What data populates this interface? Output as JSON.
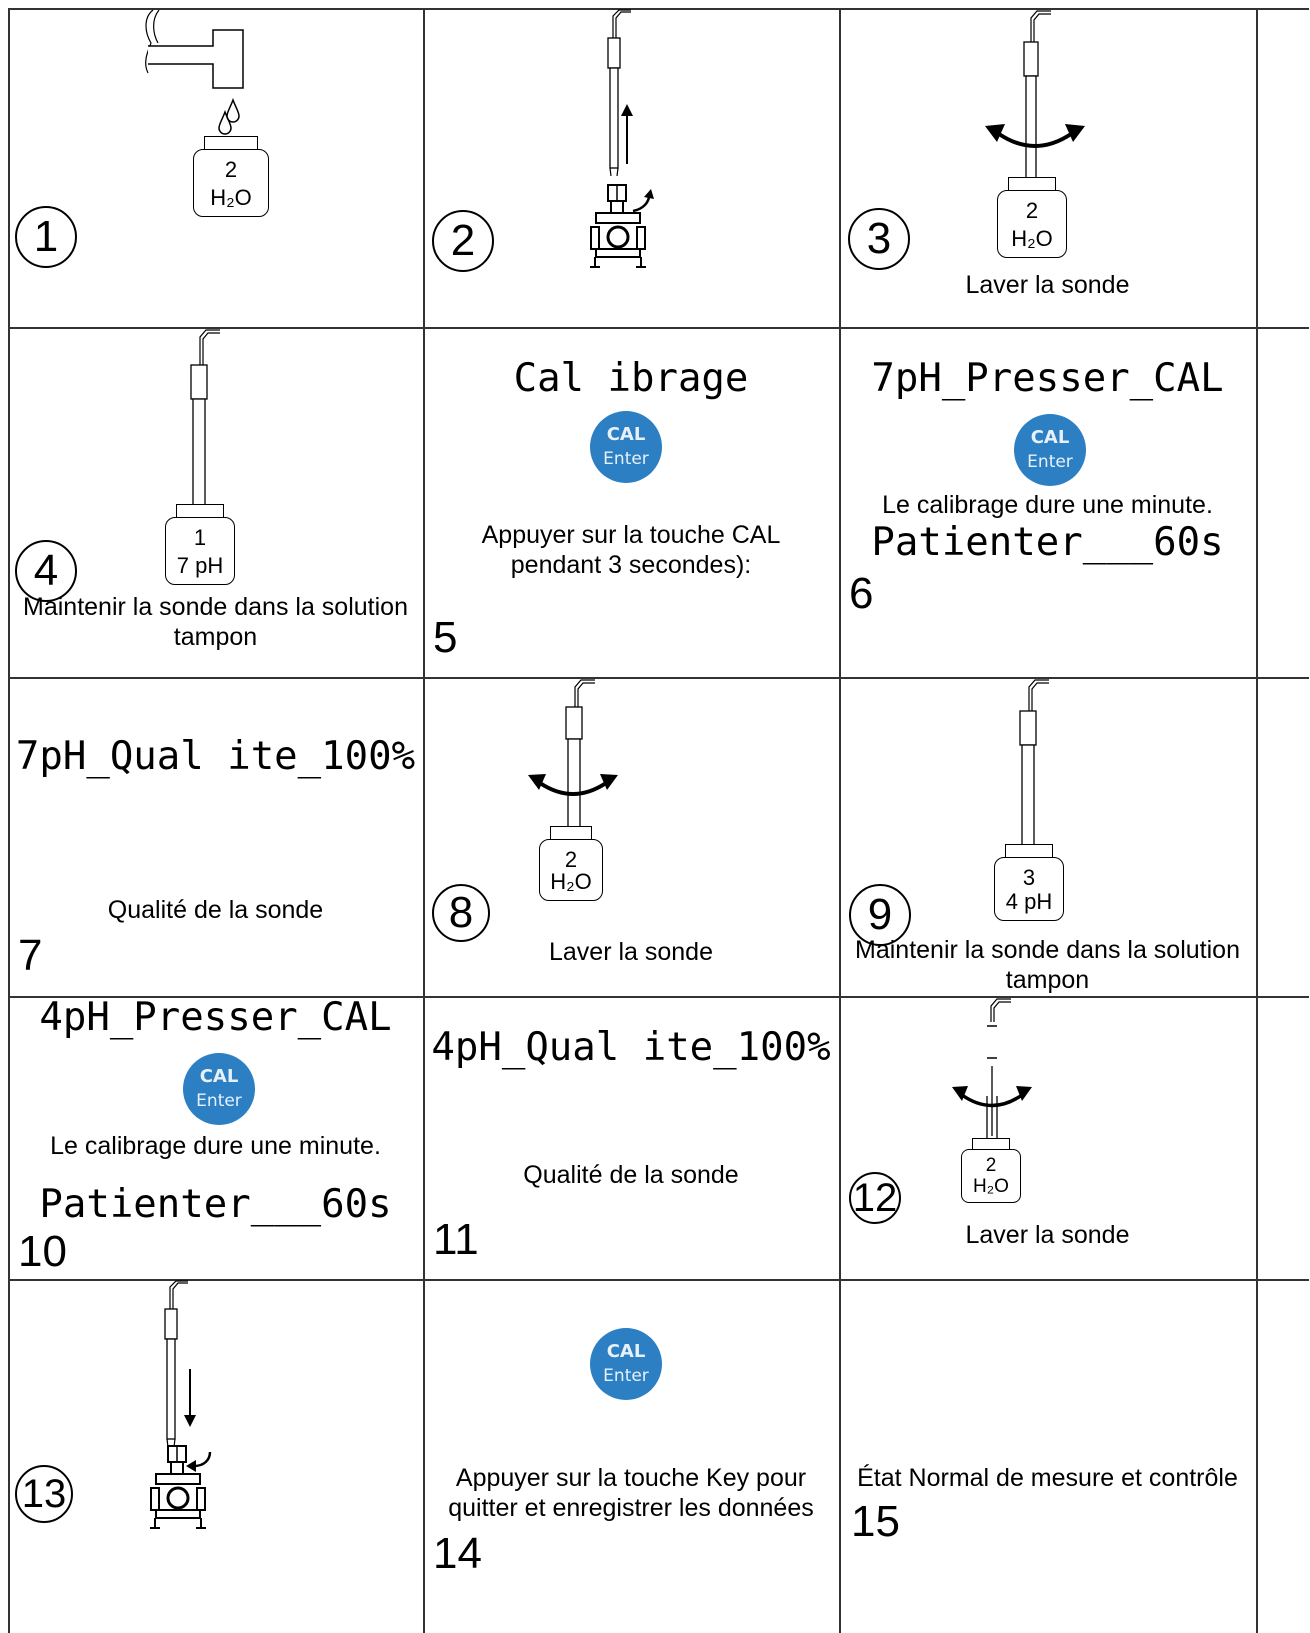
{
  "cells": {
    "c1": {
      "num": "1",
      "jar": {
        "a": "2",
        "b": "H₂O"
      }
    },
    "c2": {
      "num": "2"
    },
    "c3": {
      "num": "3",
      "jar": {
        "a": "2",
        "b": "H₂O"
      },
      "caption": "Laver la sonde"
    },
    "c4": {
      "num": "4",
      "jar": {
        "a": "1",
        "b": "7 pH"
      },
      "caption1": "Maintenir la sonde dans la solution",
      "caption2": "tampon"
    },
    "c5": {
      "num": "5",
      "display": "Cal ibrage",
      "caption1": "Appuyer sur la touche CAL",
      "caption2": "pendant 3 secondes):"
    },
    "c6": {
      "num": "6",
      "display": "7pH_Presser_CAL",
      "caption": "Le calibrage dure une minute.",
      "display2": "Patienter___60s"
    },
    "c7": {
      "num": "7",
      "display": "7pH_Qual ite_100%",
      "caption": "Qualité de la sonde"
    },
    "c8": {
      "num": "8",
      "jar": {
        "a": "2",
        "b": "H₂O"
      },
      "caption": "Laver la sonde"
    },
    "c9": {
      "num": "9",
      "jar": {
        "a": "3",
        "b": "4 pH"
      },
      "caption1": "Maintenir la sonde dans la solution",
      "caption2": "tampon"
    },
    "c10": {
      "num": "10",
      "display": "4pH_Presser_CAL",
      "caption": "Le calibrage dure une minute.",
      "display2": "Patienter___60s"
    },
    "c11": {
      "num": "11",
      "display": "4pH_Qual ite_100%",
      "caption": "Qualité de la sonde"
    },
    "c12": {
      "num": "12",
      "jar": {
        "a": "2",
        "b": "H₂O"
      },
      "caption": "Laver la sonde"
    },
    "c13": {
      "num": "13"
    },
    "c14": {
      "num": "14",
      "caption1": "Appuyer sur la touche Key pour",
      "caption2": "quitter et enregistrer les données"
    },
    "c15": {
      "num": "15",
      "caption": "État Normal de mesure et contrôle"
    }
  },
  "cal_button": {
    "line1": "CAL",
    "line2": "Enter"
  },
  "colors": {
    "button": "#2b7fc2",
    "lines": "#333333"
  },
  "icons": [
    "faucet-icon",
    "probe-icon",
    "pipe-clamp-icon",
    "curved-double-arrow-icon",
    "up-arrow-icon",
    "down-arrow-icon",
    "beaker-icon"
  ]
}
